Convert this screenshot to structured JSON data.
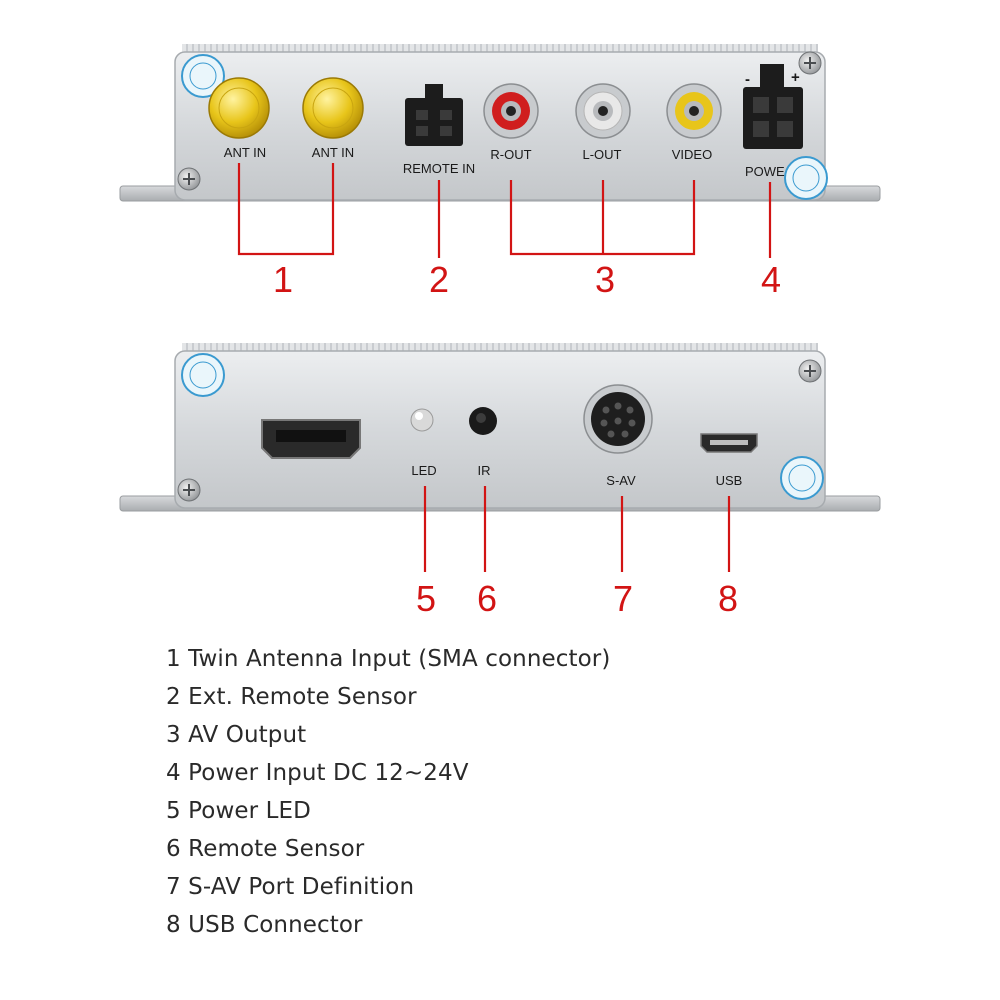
{
  "panel_top": {
    "ports": {
      "ant_in_1": "ANT IN",
      "ant_in_2": "ANT IN",
      "remote_in": "REMOTE IN",
      "r_out": "R-OUT",
      "l_out": "L-OUT",
      "video": "VIDEO",
      "power": "POWE",
      "minus": "-",
      "plus": "+"
    },
    "callouts": [
      "1",
      "2",
      "3",
      "4"
    ]
  },
  "panel_bottom": {
    "ports": {
      "led": "LED",
      "ir": "IR",
      "s_av": "S-AV",
      "usb": "USB"
    },
    "callouts": [
      "5",
      "6",
      "7",
      "8"
    ]
  },
  "legend": [
    "1 Twin Antenna Input (SMA connector)",
    "2 Ext. Remote Sensor",
    "3 AV Output",
    "4 Power Input DC 12~24V",
    "5 Power LED",
    "6 Remote Sensor",
    "7 S-AV Port Definition",
    "8 USB Connector"
  ],
  "colors": {
    "callout": "#d21414",
    "panel": "#d9dbdd",
    "sma_gold": "#e8c51a",
    "rca_red": "#d01e1e",
    "rca_white": "#e8e8e8",
    "rca_yellow": "#e8c51a"
  }
}
